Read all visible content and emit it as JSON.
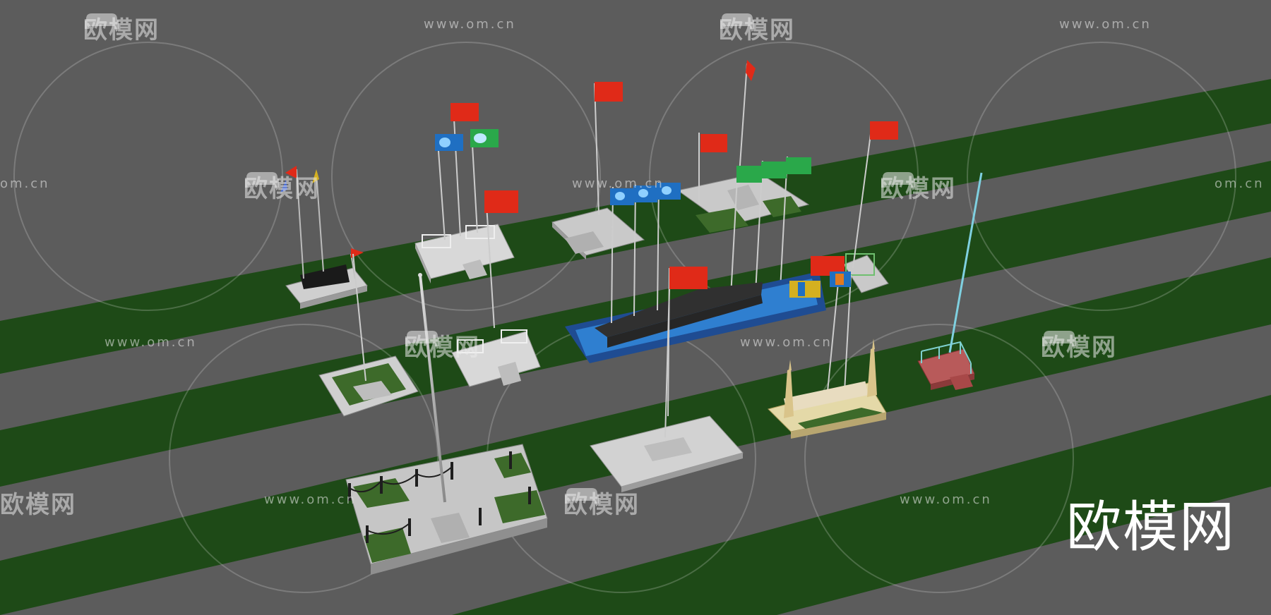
{
  "watermark": {
    "logo_text": "欧模网",
    "url_text": "www.om.cn",
    "url_partial": "om.cn"
  },
  "brand_large": "欧模网",
  "colors": {
    "background": "#5c5c5c",
    "lawn": "#1e4a17",
    "paving": "#c8c8c8",
    "flag_red": "#e02a18",
    "flag_green": "#2aa84a",
    "flag_blue": "#1f6fc2",
    "water": "#2f7fd0"
  }
}
